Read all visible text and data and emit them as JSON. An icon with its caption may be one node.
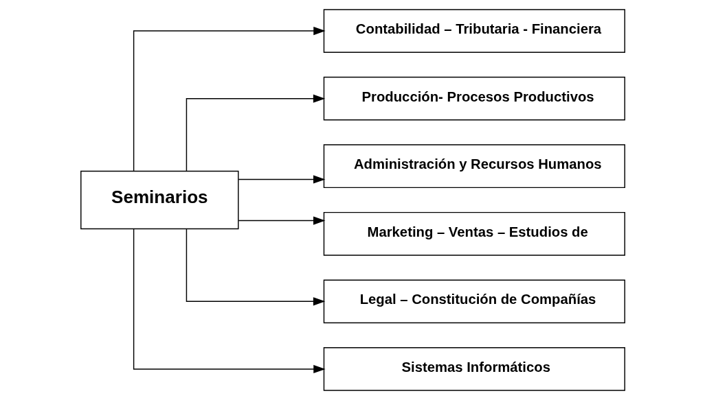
{
  "diagram": {
    "nodes": [
      {
        "text": [
          "Seminarios"
        ]
      },
      {
        "text": [
          "Contabilidad – Tributaria - Financiera"
        ]
      },
      {
        "text": [
          "Producción- Procesos Productivos"
        ]
      },
      {
        "text": [
          "Administración y Recursos Humanos"
        ]
      },
      {
        "text": [
          "Marketing – Ventas – Estudios de"
        ]
      },
      {
        "text": [
          "Legal – Constitución de Compañías"
        ]
      },
      {
        "text": [
          "Sistemas Informáticos"
        ]
      }
    ],
    "edges": [
      {
        "from": 0,
        "to": 1,
        "arrow": "to"
      },
      {
        "from": 0,
        "to": 2,
        "arrow": "to"
      },
      {
        "from": 0,
        "to": 3,
        "arrow": "to"
      },
      {
        "from": 0,
        "to": 4,
        "arrow": "to"
      },
      {
        "from": 0,
        "to": 5,
        "arrow": "to"
      },
      {
        "from": 0,
        "to": 6,
        "arrow": "to"
      }
    ]
  }
}
